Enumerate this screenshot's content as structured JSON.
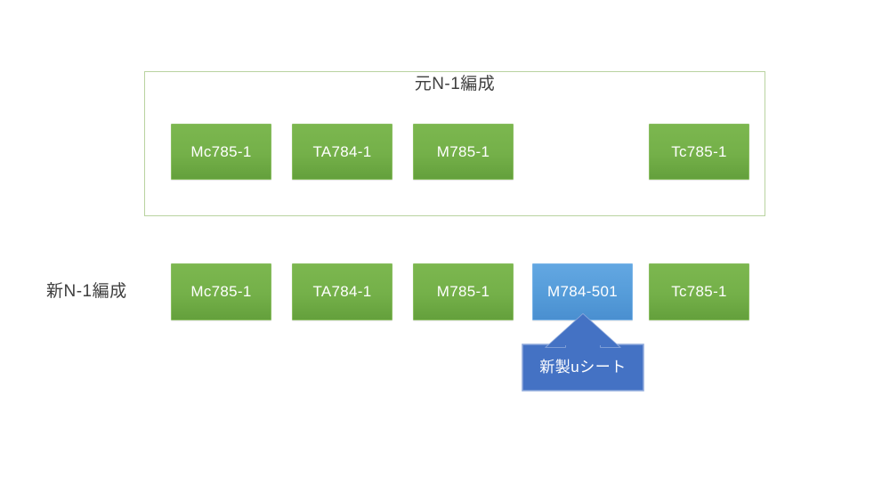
{
  "diagram": {
    "background_color": "#ffffff",
    "colors": {
      "green_fill": "#70AD47",
      "green_border": "#89BD60",
      "blue_fill": "#5B9BD5",
      "blue_border": "#79B4E8",
      "callout_fill": "#4472C4",
      "callout_border": "#8FAADC",
      "frame_border": "#B9D3A0",
      "text_dark": "#3F3F3F",
      "text_light": "#FFFFFF"
    },
    "top_group": {
      "title": "元N-1編成",
      "cars": [
        {
          "label": "Mc785-1",
          "color": "green"
        },
        {
          "label": "TA784-1",
          "color": "green"
        },
        {
          "label": "M785-1",
          "color": "green"
        },
        {
          "label": "Tc785-1",
          "color": "green"
        }
      ]
    },
    "bottom_group": {
      "label": "新N-1編成",
      "cars": [
        {
          "label": "Mc785-1",
          "color": "green"
        },
        {
          "label": "TA784-1",
          "color": "green"
        },
        {
          "label": "M785-1",
          "color": "green"
        },
        {
          "label": "M784-501",
          "color": "blue"
        },
        {
          "label": "Tc785-1",
          "color": "green"
        }
      ]
    },
    "callout": {
      "text": "新製uシート",
      "points_to": "M784-501",
      "direction": "up"
    }
  }
}
